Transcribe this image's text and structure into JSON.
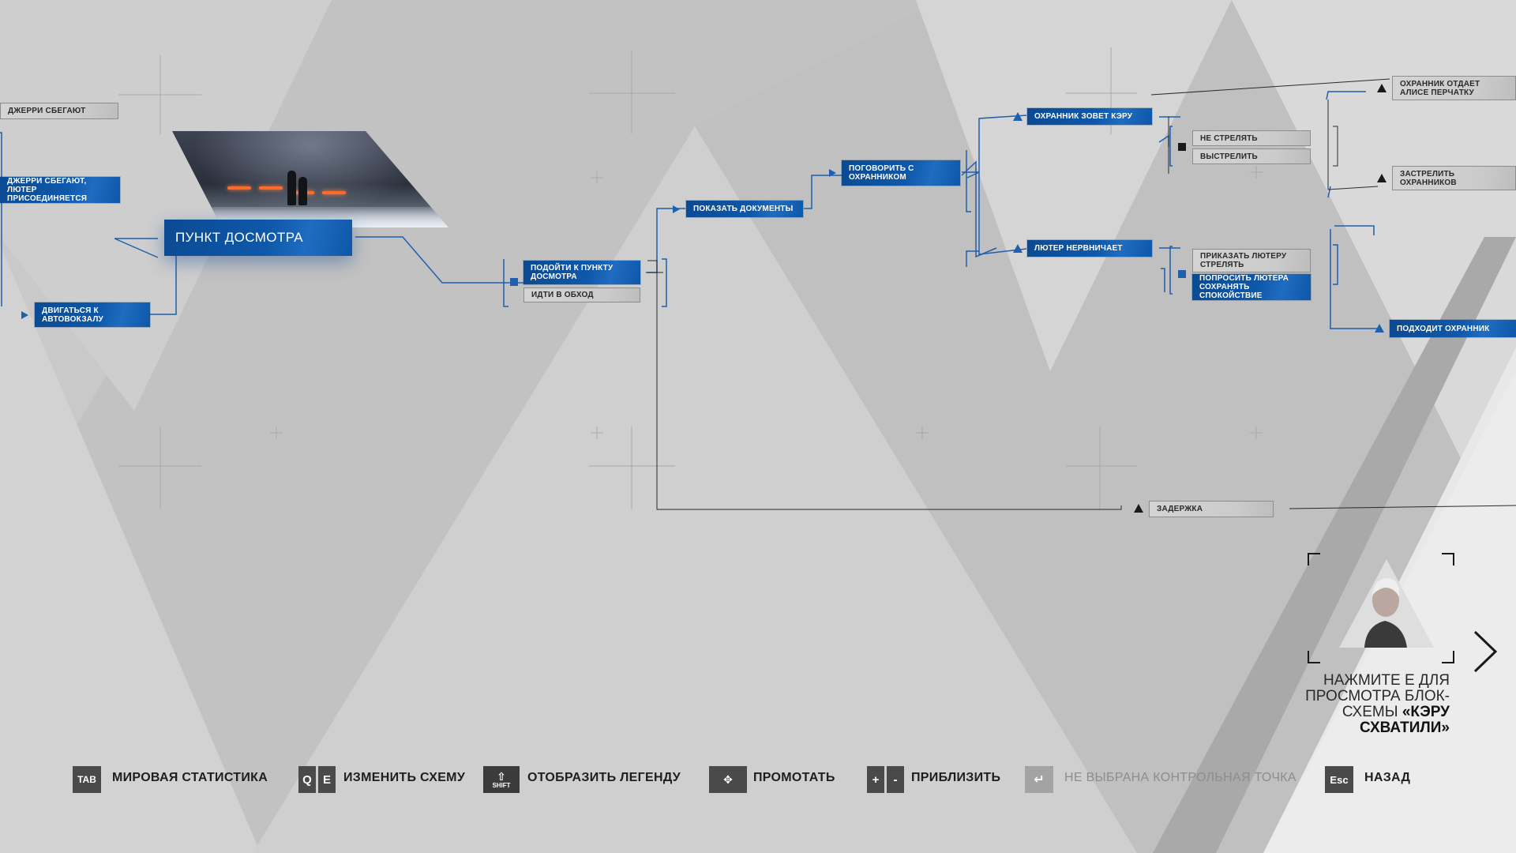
{
  "colors": {
    "accent": "#0e58aa",
    "wire": "#1f5fae",
    "background": "#c9c9c9",
    "key_bg": "#4a4a4a"
  },
  "flowchart": {
    "nodes": {
      "jerry_flee": "Джерри сбегают",
      "jerry_flee_luther": "Джерри сбегают, Лютер присоединяется",
      "main": "Пункт досмотра",
      "go_bus": "Двигаться к автовокзалу",
      "approach_checkpoint": "Подойти к пункту досмотра",
      "go_around": "Идти в обход",
      "show_docs": "Показать документы",
      "talk_guard": "Поговорить с охранником",
      "guard_calls_kara": "Охранник зовет Кэру",
      "dont_shoot": "Не стрелять",
      "shoot": "Выстрелить",
      "guard_gives_glove": "Охранник отдает Алисе перчатку",
      "shoot_guards": "Застрелить охранников",
      "luther_nervous": "Лютер нервничает",
      "order_luther_shoot": "Приказать Лютеру стрелять",
      "ask_luther_calm": "Попросить Лютера сохранять спокойствие",
      "guard_approaches": "Подходит охранник",
      "delay": "Задержка"
    }
  },
  "preview": {
    "line1": "Нажмите E для просмотра блок-схемы",
    "line2": "«Кэру схватили»",
    "next_icon": "chevron-right-icon"
  },
  "controls": {
    "world_stats_key": "TAB",
    "world_stats": "Мировая статистика",
    "change_scheme_key_q": "Q",
    "change_scheme_key_e": "E",
    "change_scheme": "Изменить схему",
    "legend_key": "SHIFT",
    "legend": "Отобразить легенду",
    "scroll": "Промотать",
    "zoom_plus": "+",
    "zoom_minus": "-",
    "zoom": "Приблизить",
    "checkpoint": "Не выбрана контрольная точка",
    "back_key": "Esc",
    "back": "Назад"
  }
}
